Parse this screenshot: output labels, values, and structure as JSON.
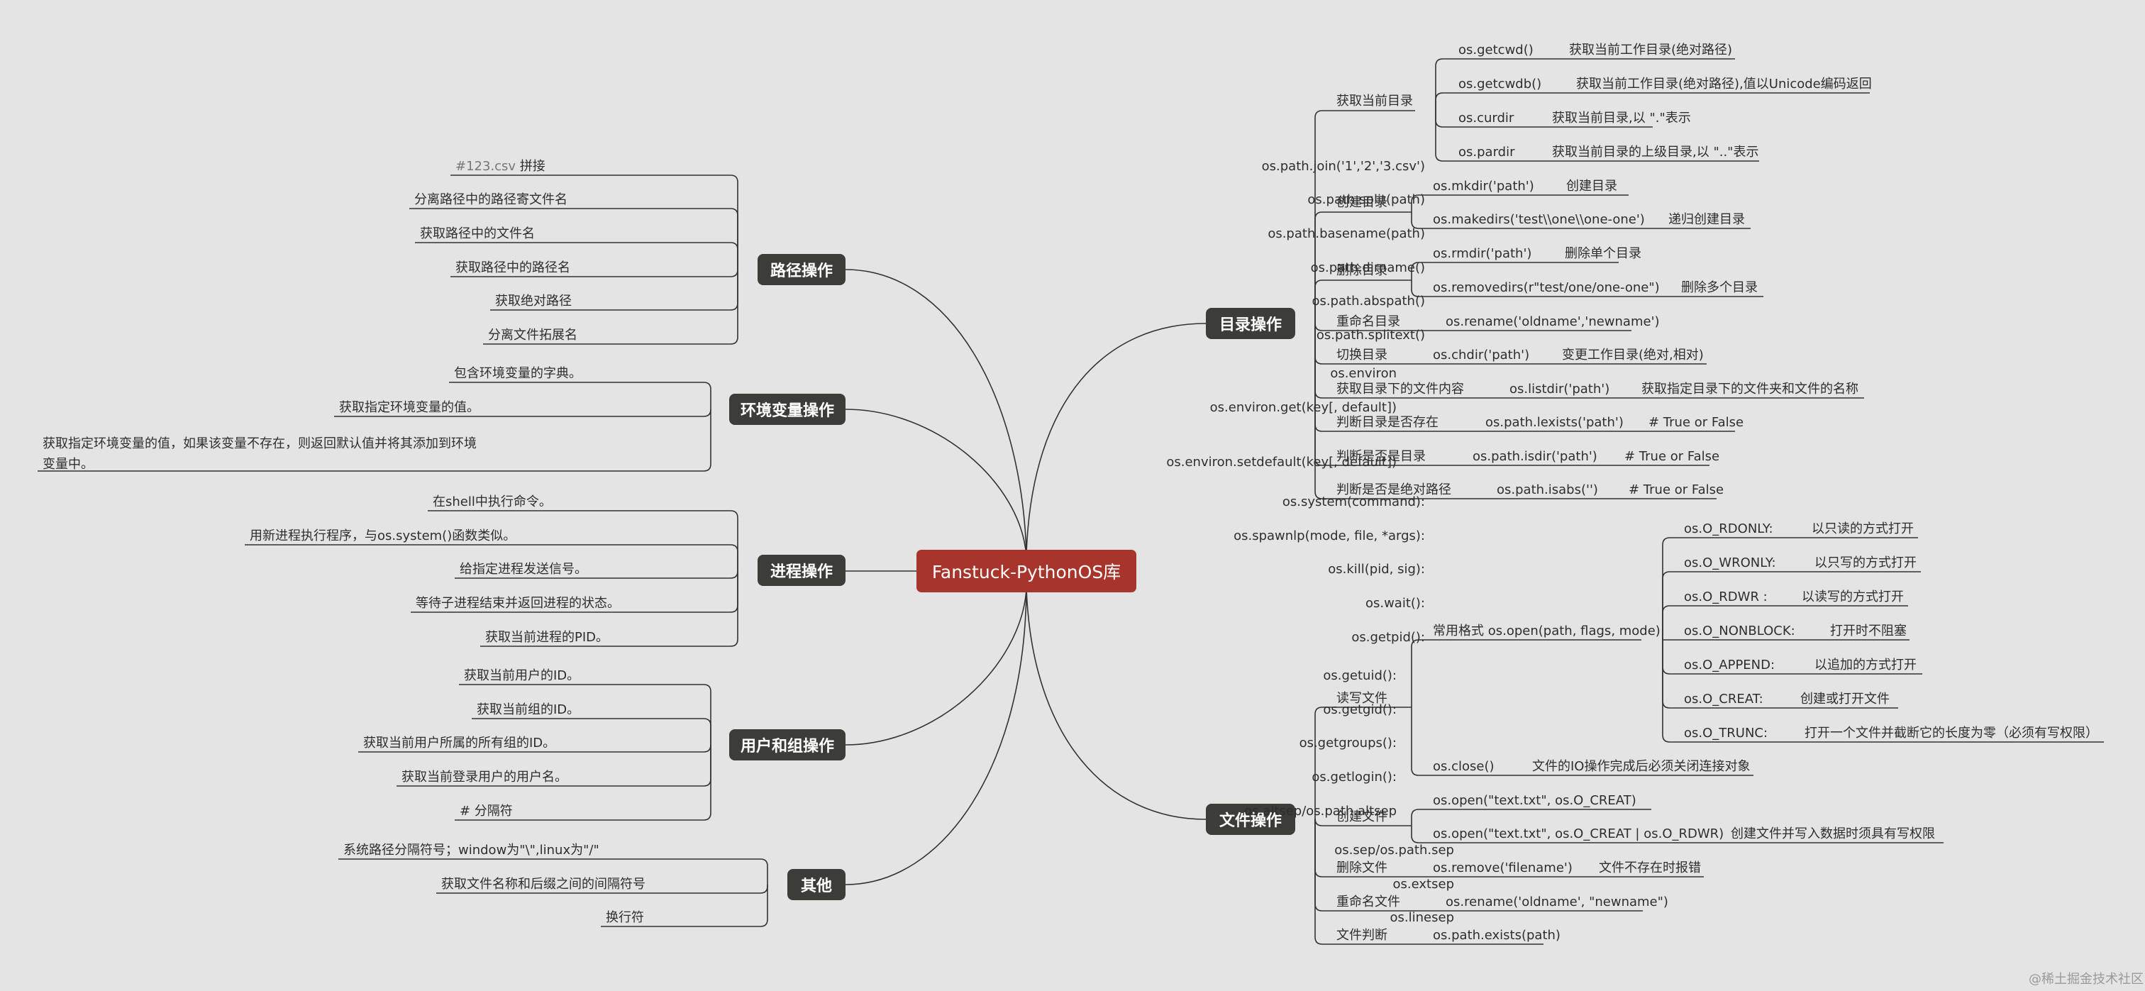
{
  "root": "Fanstuck-PythonOS库",
  "watermark": "@稀土掘金技术社区",
  "branches": {
    "dir": {
      "label": "目录操作",
      "items": [
        {
          "label": "获取当前目录",
          "children": [
            {
              "code": "os.getcwd()",
              "desc": "获取当前工作目录(绝对路径)"
            },
            {
              "code": "os.getcwdb()",
              "desc": "获取当前工作目录(绝对路径),值以Unicode编码返回"
            },
            {
              "code": "os.curdir",
              "desc": "获取当前目录,以 \".\"表示"
            },
            {
              "code": "os.pardir",
              "desc": "获取当前目录的上级目录,以 \"..\"表示"
            }
          ]
        },
        {
          "label": "创建目录",
          "children": [
            {
              "code": "os.mkdir('path')",
              "desc": "创建目录"
            },
            {
              "code": "os.makedirs('test\\\\one\\\\one-one')",
              "desc": "递归创建目录"
            }
          ]
        },
        {
          "label": "删除目录",
          "children": [
            {
              "code": "os.rmdir('path')",
              "desc": "删除单个目录"
            },
            {
              "code": "os.removedirs(r\"test/one/one-one\")",
              "desc": "删除多个目录"
            }
          ]
        },
        {
          "label": "重命名目录",
          "code": "os.rename('oldname','newname')"
        },
        {
          "label": "切换目录",
          "code": "os.chdir('path')",
          "desc": "变更工作目录(绝对,相对)"
        },
        {
          "label": "获取目录下的文件内容",
          "code": "os.listdir('path')",
          "desc": "获取指定目录下的文件夹和文件的名称"
        },
        {
          "label": "判断目录是否存在",
          "code": "os.path.lexists('path')",
          "desc": "# True or False"
        },
        {
          "label": "判断是否是目录",
          "code": "os.path.isdir('path')",
          "desc": "# True or False"
        },
        {
          "label": "判断是否是绝对路径",
          "code": "os.path.isabs('')",
          "desc": "# True or False"
        }
      ]
    },
    "file": {
      "label": "文件操作",
      "rw": {
        "label": "读写文件",
        "open": "常用格式 os.open(path, flags, mode)",
        "flags": [
          {
            "code": "os.O_RDONLY:",
            "desc": "以只读的方式打开"
          },
          {
            "code": "os.O_WRONLY:",
            "desc": "以只写的方式打开"
          },
          {
            "code": "os.O_RDWR :",
            "desc": "以读写的方式打开"
          },
          {
            "code": "os.O_NONBLOCK:",
            "desc": "打开时不阻塞"
          },
          {
            "code": "os.O_APPEND:",
            "desc": "以追加的方式打开"
          },
          {
            "code": "os.O_CREAT:",
            "desc": "创建或打开文件"
          },
          {
            "code": "os.O_TRUNC:",
            "desc": "打开一个文件并截断它的长度为零（必须有写权限）"
          }
        ],
        "close": {
          "code": "os.close()",
          "desc": "文件的IO操作完成后必须关闭连接对象"
        }
      },
      "create": {
        "label": "创建文件",
        "children": [
          {
            "code": "os.open(\"text.txt\", os.O_CREAT)"
          },
          {
            "code": "os.open(\"text.txt\", os.O_CREAT | os.O_RDWR)",
            "desc": "创建文件并写入数据时须具有写权限"
          }
        ]
      },
      "delete": {
        "label": "删除文件",
        "code": "os.remove('filename')",
        "desc": "文件不存在时报错"
      },
      "rename": {
        "label": "重命名文件",
        "code": "os.rename('oldname', \"newname\")"
      },
      "exists": {
        "label": "文件判断",
        "code": "os.path.exists(path)"
      }
    },
    "path": {
      "label": "路径操作",
      "items": [
        {
          "desc": "拼接",
          "desc_hl": "#123.csv ",
          "code": "os.path.join('1','2','3.csv')"
        },
        {
          "desc": "分离路径中的路径寄文件名",
          "code": "os.path.split(path)"
        },
        {
          "desc": "获取路径中的文件名",
          "code": "os.path.basename(path)"
        },
        {
          "desc": "获取路径中的路径名",
          "code": "os.path.dirname()"
        },
        {
          "desc": "获取绝对路径",
          "code": "os.path.abspath()"
        },
        {
          "desc": "分离文件拓展名",
          "code": "os.path.splitext()"
        }
      ]
    },
    "env": {
      "label": "环境变量操作",
      "items": [
        {
          "desc": "包含环境变量的字典。",
          "code": "os.environ"
        },
        {
          "desc": "获取指定环境变量的值。",
          "code": "os.environ.get(key[, default])"
        },
        {
          "desc": "获取指定环境变量的值，如果该变量不存在，则返回默认值并将其添加到环境变量中。",
          "code": "os.environ.setdefault(key[, default])"
        }
      ]
    },
    "proc": {
      "label": "进程操作",
      "items": [
        {
          "desc": "在shell中执行命令。",
          "code": "os.system(command):"
        },
        {
          "desc": "用新进程执行程序，与os.system()函数类似。",
          "code": "os.spawnlp(mode, file, *args):"
        },
        {
          "desc": "给指定进程发送信号。",
          "code": "os.kill(pid, sig):"
        },
        {
          "desc": "等待子进程结束并返回进程的状态。",
          "code": "os.wait():"
        },
        {
          "desc": "获取当前进程的PID。",
          "code": "os.getpid():"
        }
      ]
    },
    "user": {
      "label": "用户和组操作",
      "items": [
        {
          "desc": "获取当前用户的ID。",
          "code": "os.getuid():"
        },
        {
          "desc": "获取当前组的ID。",
          "code": "os.getgid():"
        },
        {
          "desc": "获取当前用户所属的所有组的ID。",
          "code": "os.getgroups():"
        },
        {
          "desc": "获取当前登录用户的用户名。",
          "code": "os.getlogin():"
        },
        {
          "desc": "# 分隔符",
          "code": "os.altsep/os.path.altsep"
        }
      ]
    },
    "other": {
      "label": "其他",
      "items": [
        {
          "desc": "系统路径分隔符号；window为\"\\\",linux为\"/\"",
          "code": "os.sep/os.path.sep"
        },
        {
          "desc": "获取文件名称和后缀之间的间隔符号",
          "code": "os.extsep"
        },
        {
          "desc": "换行符",
          "code": "os.linesep"
        }
      ]
    }
  }
}
